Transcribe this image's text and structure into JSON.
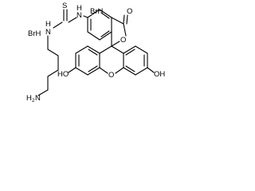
{
  "molecule": {
    "atoms": {
      "s_thio": "S",
      "nh_left": "N",
      "h_left": "H",
      "nh_right": "N",
      "h_right": "H",
      "o_carbonyl": "O",
      "o_ring": "O",
      "o_xanthene": "O",
      "ho_left": "HO",
      "oh_right": "OH",
      "nh2_n": "H",
      "nh2_sub": "2",
      "nh2_tail": "N"
    },
    "salts": {
      "hbr_1": "BrH",
      "hbr_2": "BrH"
    }
  }
}
